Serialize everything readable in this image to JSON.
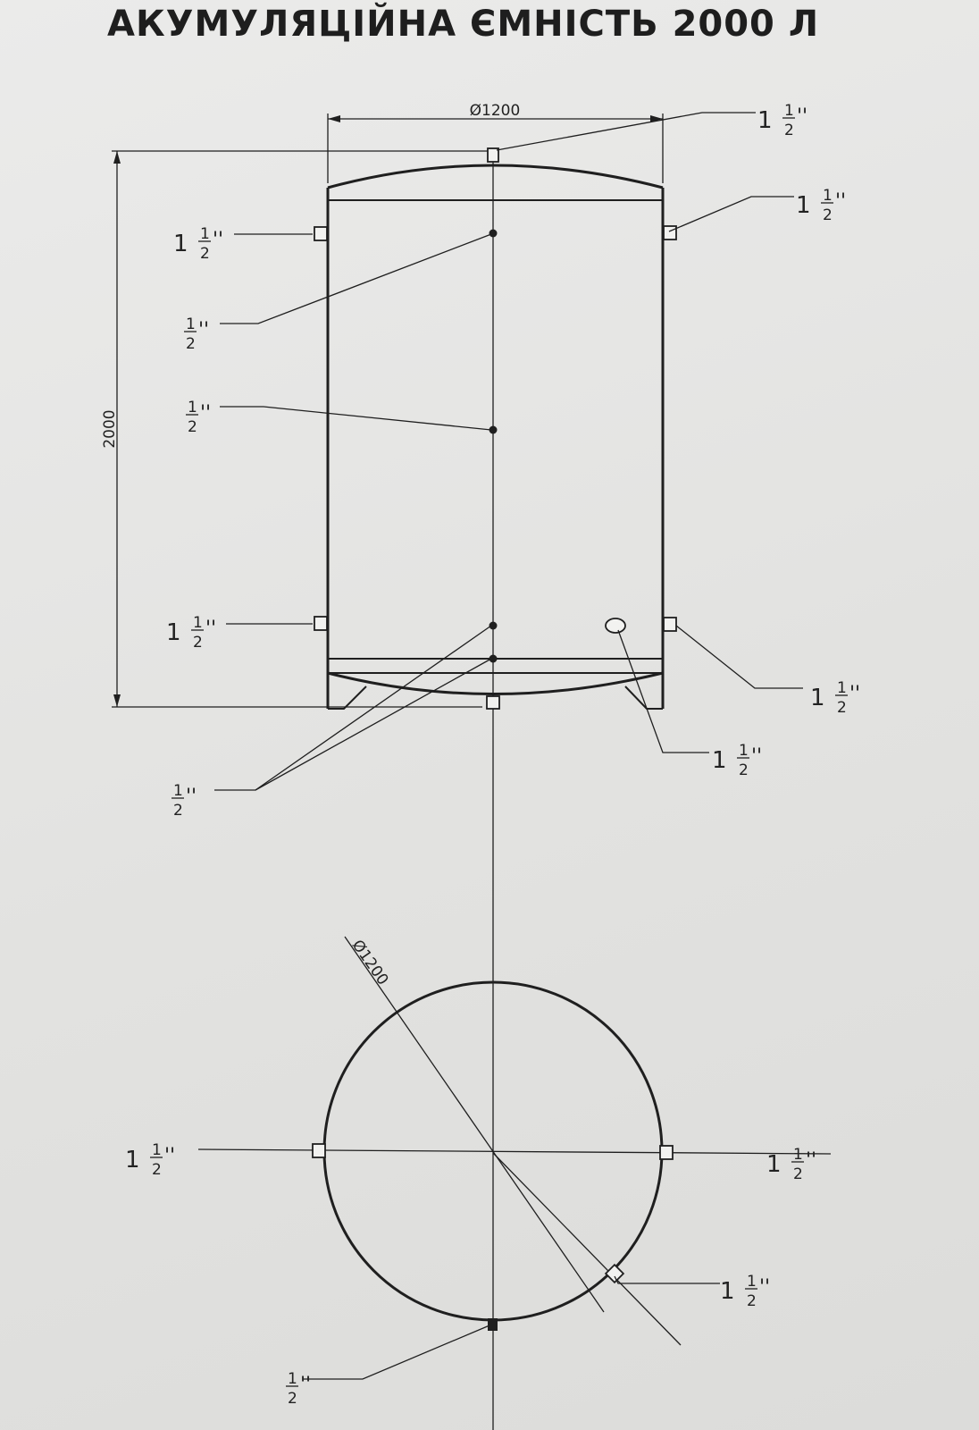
{
  "title": "АКУМУЛЯЦІЙНА ЄМНІСТЬ 2000 Л",
  "dimensions": {
    "diameter_top": "Ø1200",
    "height": "2000",
    "diameter_plan": "Ø1200"
  },
  "fitting_labels": {
    "whole": "1",
    "frac_num": "1",
    "frac_den": "2",
    "inch_mark": "''"
  },
  "labels": [
    {
      "id": "top-outlet",
      "whole": "1"
    },
    {
      "id": "upper-right-port",
      "whole": "1"
    },
    {
      "id": "upper-left-port",
      "whole": "1"
    },
    {
      "id": "sensor-upper",
      "whole": ""
    },
    {
      "id": "sensor-middle",
      "whole": ""
    },
    {
      "id": "lower-left-port",
      "whole": "1"
    },
    {
      "id": "lower-right-port",
      "whole": "1"
    },
    {
      "id": "inspection-port",
      "whole": "1"
    },
    {
      "id": "sensor-bottom",
      "whole": ""
    },
    {
      "id": "plan-left",
      "whole": "1"
    },
    {
      "id": "plan-right",
      "whole": "1"
    },
    {
      "id": "plan-diag",
      "whole": "1"
    },
    {
      "id": "plan-bottom",
      "whole": ""
    }
  ]
}
